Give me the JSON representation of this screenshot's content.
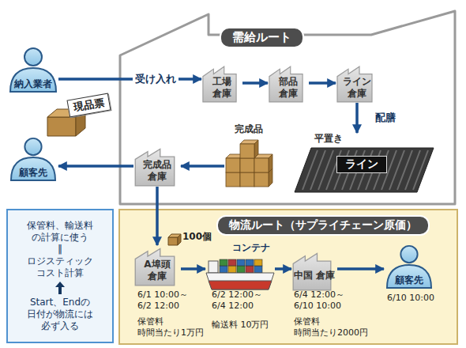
{
  "diagram": {
    "nodes": [
      {
        "text": [
          "需給ルート"
        ]
      },
      {
        "text": [
          "納入業者"
        ]
      },
      {
        "text": [
          "現品票"
        ]
      },
      {
        "text": [
          "工場 倉庫"
        ],
        "in": 0
      },
      {
        "text": [
          "部品 倉庫"
        ],
        "in": 0
      },
      {
        "text": [
          "ライン 倉庫"
        ],
        "in": 0
      },
      {
        "text": [
          "完成品"
        ],
        "in": 0
      },
      {
        "text": [
          "平置き",
          "ライン"
        ],
        "in": 0
      },
      {
        "text": [
          "顧客先"
        ]
      },
      {
        "text": [
          "完成品 倉庫"
        ],
        "in": 0
      },
      {
        "text": [
          "保管料、輸送料 の計算に使う",
          "‖",
          "ロジスティック コスト計算",
          "Start、Endの 日付が物流には 必ず入る"
        ]
      },
      {
        "text": [
          "物流ルート（サプライチェーン原価）"
        ]
      },
      {
        "text": [
          "A埠頭 倉庫"
        ],
        "in": 11
      },
      {
        "text": [
          "コンテナ"
        ],
        "in": 11
      },
      {
        "text": [
          "中国 倉庫"
        ],
        "in": 11
      },
      {
        "text": [
          "顧客先"
        ],
        "in": 11
      }
    ],
    "edges": [
      {
        "from": 1,
        "to": 3,
        "arrow": "to",
        "label": "受け入れ"
      },
      {
        "from": 3,
        "to": 4,
        "arrow": "to"
      },
      {
        "from": 4,
        "to": 5,
        "arrow": "to"
      },
      {
        "from": 5,
        "to": 7,
        "arrow": "to",
        "label": "配膳"
      },
      {
        "from": 6,
        "to": 9,
        "arrow": "to"
      },
      {
        "from": 9,
        "to": 8,
        "arrow": "to"
      },
      {
        "from": 9,
        "to": 12,
        "arrow": "to"
      },
      {
        "from": 12,
        "to": 13,
        "arrow": "to"
      },
      {
        "from": 13,
        "to": 14,
        "arrow": "to"
      },
      {
        "from": 14,
        "to": 15,
        "arrow": "to"
      }
    ],
    "labels": [
      "100個",
      "6/1 10:00～ 6/2 12:00",
      "保管料 時間当たり1万円",
      "6/2 12:00～ 6/4 12:00",
      "輸送料 10万円",
      "6/4 12:00～ 6/10 10:00",
      "保管料 時間当たり2000円",
      "6/10 10:00"
    ]
  }
}
